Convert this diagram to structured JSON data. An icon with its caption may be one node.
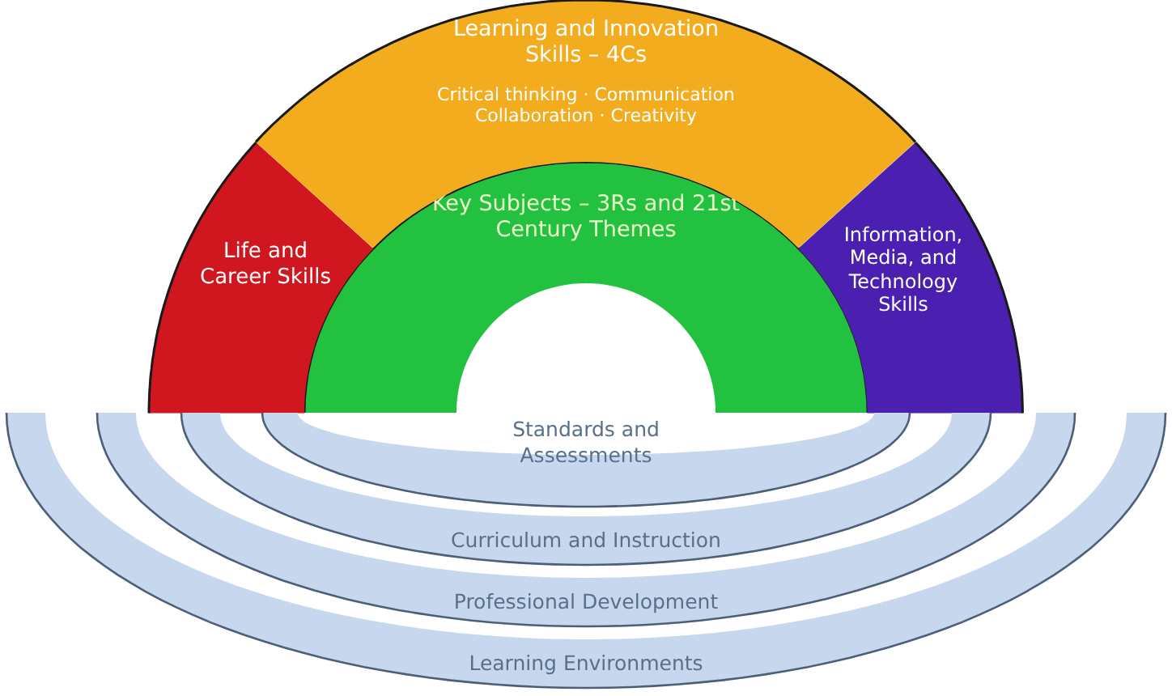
{
  "diagram": {
    "nodes": [
      {
        "text": [
          "Life and Career Skills"
        ]
      },
      {
        "text": [
          "Learning and Innovation Skills – 4Cs",
          "Critical thinking · Communication Collaboration · Creativity"
        ]
      },
      {
        "text": [
          "Information, Media, and Technology Skills"
        ]
      },
      {
        "text": [
          "Key Subjects – 3Rs and 21st Century Themes"
        ]
      },
      {
        "text": [
          "Standards and Assessments"
        ]
      },
      {
        "text": [
          "Curriculum and Instruction"
        ]
      },
      {
        "text": [
          "Professional Development"
        ]
      },
      {
        "text": [
          "Learning Environments"
        ]
      }
    ]
  }
}
